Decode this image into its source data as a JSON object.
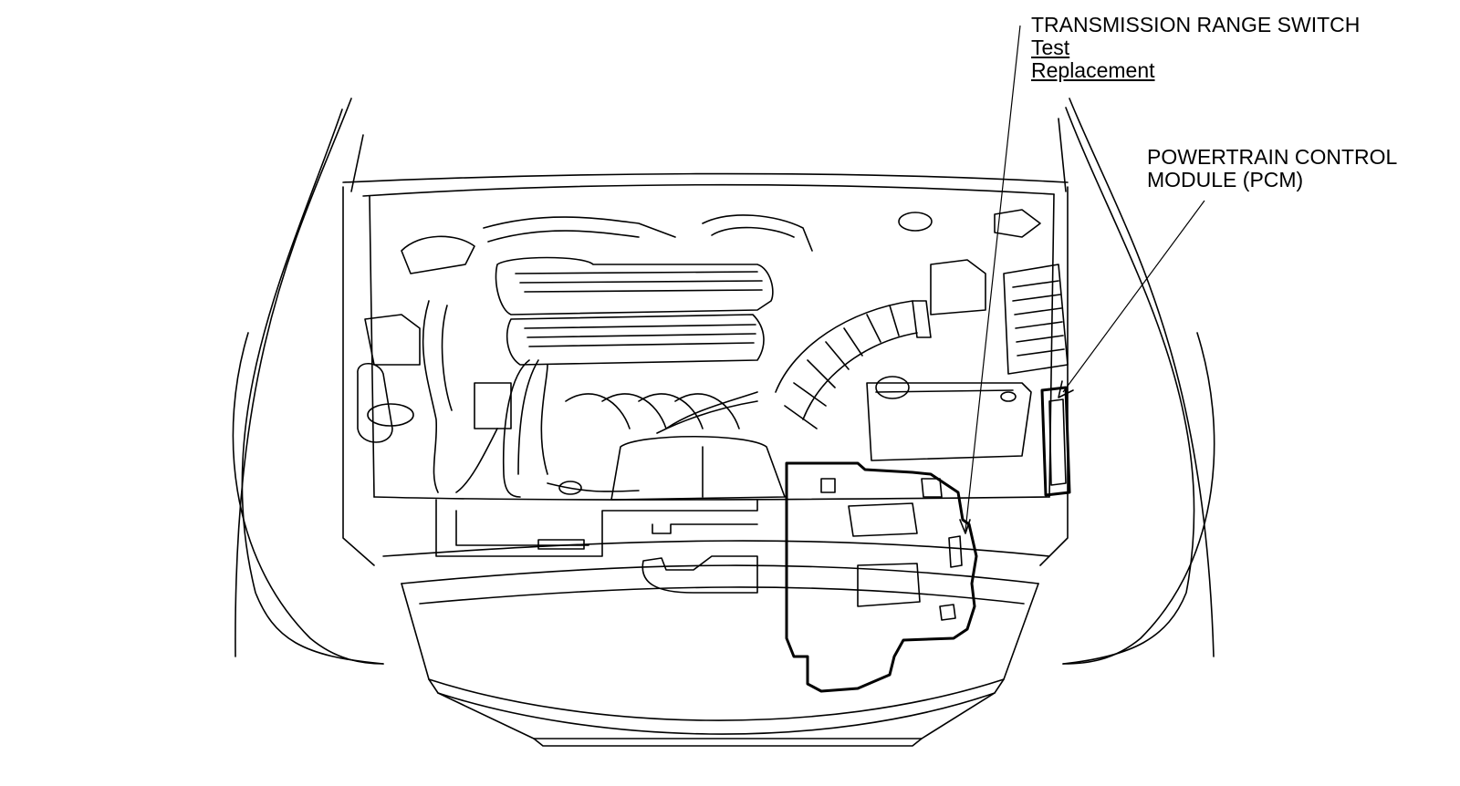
{
  "callouts": {
    "transmission_range_switch": {
      "title": "TRANSMISSION RANGE SWITCH",
      "links": [
        "Test",
        "Replacement"
      ]
    },
    "pcm": {
      "line1": "POWERTRAIN CONTROL",
      "line2": "MODULE (PCM)"
    }
  }
}
